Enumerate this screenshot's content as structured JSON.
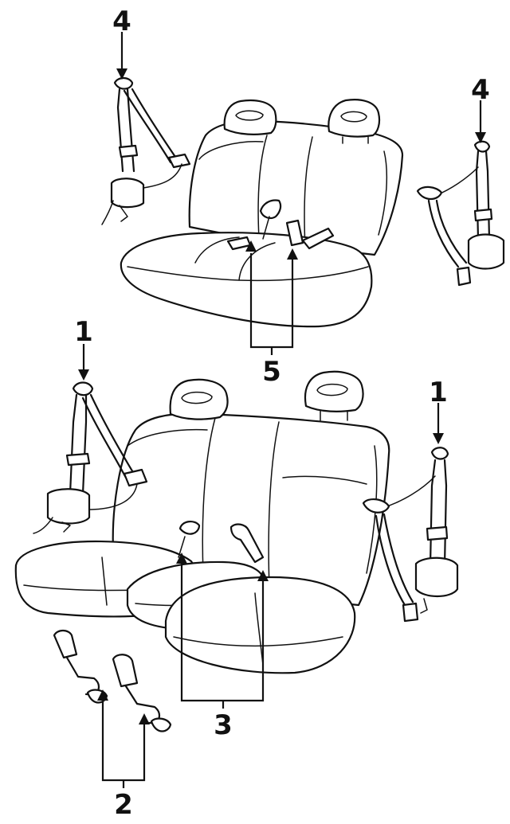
{
  "callouts": {
    "rear_left_retractor": "4",
    "rear_right_retractor": "4",
    "rear_center_buckles": "5",
    "front_left_retractor": "1",
    "front_right_retractor": "1",
    "front_buckles": "2",
    "front_center_buckles": "3"
  }
}
